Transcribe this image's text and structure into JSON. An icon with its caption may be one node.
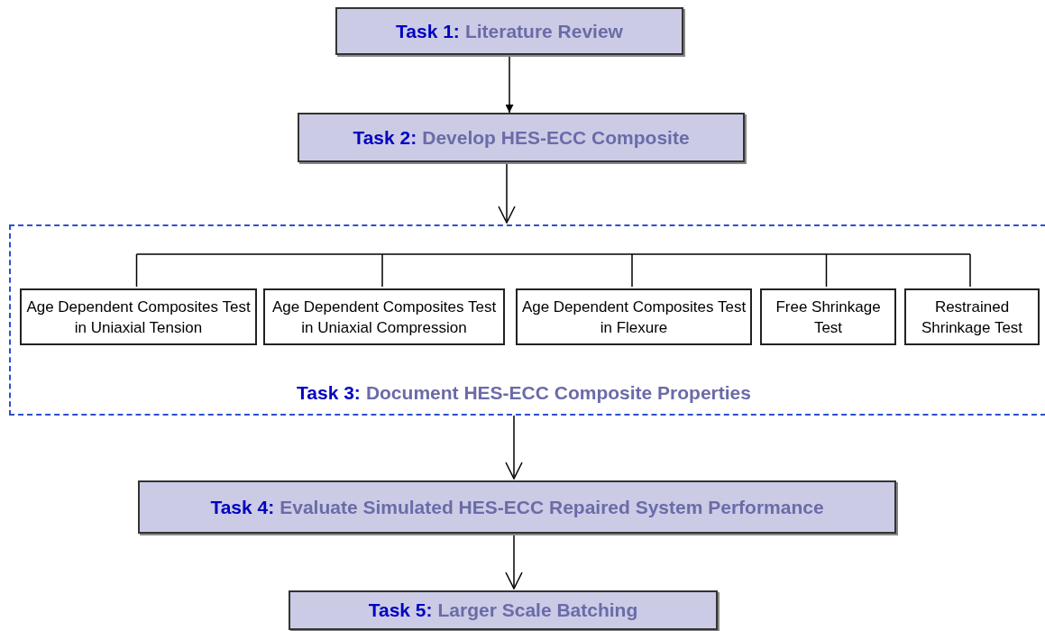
{
  "diagram": {
    "nodes": [
      {
        "text": [
          "Task 1:",
          "Literature Review"
        ]
      },
      {
        "text": [
          "Task 2:",
          "Develop HES-ECC Composite"
        ]
      },
      {
        "text": [
          "Task 3:",
          "Document HES-ECC Composite Properties"
        ]
      },
      {
        "text": [
          "Age Dependent Composites Test in Uniaxial Tension"
        ],
        "in": 2
      },
      {
        "text": [
          "Age Dependent Composites Test in Uniaxial Compression"
        ],
        "in": 2
      },
      {
        "text": [
          "Age Dependent Composites Test in Flexure"
        ],
        "in": 2
      },
      {
        "text": [
          "Free Shrinkage Test"
        ],
        "in": 2
      },
      {
        "text": [
          "Restrained Shrinkage Test"
        ],
        "in": 2
      },
      {
        "text": [
          "Task 4:",
          "Evaluate Simulated HES-ECC Repaired System Performance"
        ]
      },
      {
        "text": [
          "Task 5:",
          "Larger Scale Batching"
        ]
      }
    ],
    "edges": [
      {
        "from": 0,
        "to": 1,
        "arrow": "to"
      },
      {
        "from": 1,
        "to": 2,
        "arrow": "to"
      },
      {
        "from": 2,
        "to": 8,
        "arrow": "to"
      },
      {
        "from": 8,
        "to": 9,
        "arrow": "to"
      },
      {
        "from": null,
        "to": 3,
        "arrow": "none"
      },
      {
        "from": null,
        "to": 4,
        "arrow": "none"
      },
      {
        "from": null,
        "to": 5,
        "arrow": "none"
      },
      {
        "from": null,
        "to": 6,
        "arrow": "none"
      },
      {
        "from": null,
        "to": 7,
        "arrow": "none"
      }
    ]
  }
}
